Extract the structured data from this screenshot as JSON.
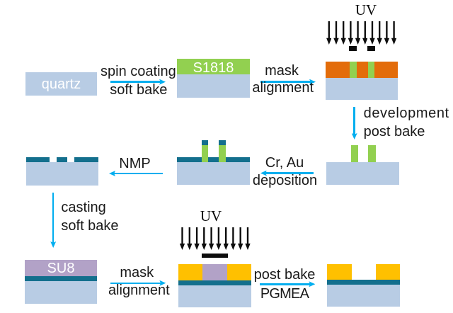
{
  "diagram": {
    "uv_exposure_top": {
      "label": "UV"
    },
    "uv_exposure_bottom": {
      "label": "UV"
    },
    "blocks": {
      "quartz": {
        "label": "quartz"
      },
      "s1818": {
        "label": "S1818"
      },
      "su8": {
        "label": "SU8"
      }
    },
    "steps": {
      "spin_coating": {
        "line1": "spin coating",
        "line2": "soft bake",
        "direction": "right"
      },
      "mask_alignment_1": {
        "line1": "mask",
        "line2": "alignment",
        "direction": "right"
      },
      "development": {
        "line1": "development",
        "line2": "post bake",
        "direction": "down"
      },
      "cr_au_deposition": {
        "line1": "Cr, Au",
        "line2": "deposition",
        "direction": "left"
      },
      "nmp": {
        "line1": "NMP",
        "direction": "left"
      },
      "casting": {
        "line1": "casting",
        "line2": "soft bake",
        "direction": "down"
      },
      "mask_alignment_2": {
        "line1": "mask",
        "line2": "alignment",
        "direction": "right"
      },
      "post_bake_pgmea": {
        "line1": "post bake",
        "line2": "PGMEA",
        "direction": "right"
      }
    }
  },
  "colors": {
    "background": "#ffffff",
    "substrate_blue": "#b8cce4",
    "resist_green": "#92d050",
    "exposed_orange": "#e36c0a",
    "metal_teal": "#136f8d",
    "su8_purple": "#b2a2c7",
    "su8_yellow": "#ffc000",
    "flow_blue": "#00aeef",
    "uv_black": "#0d0d0d",
    "label_black": "#1a1a1a",
    "block_label_white": "#ffffff"
  }
}
